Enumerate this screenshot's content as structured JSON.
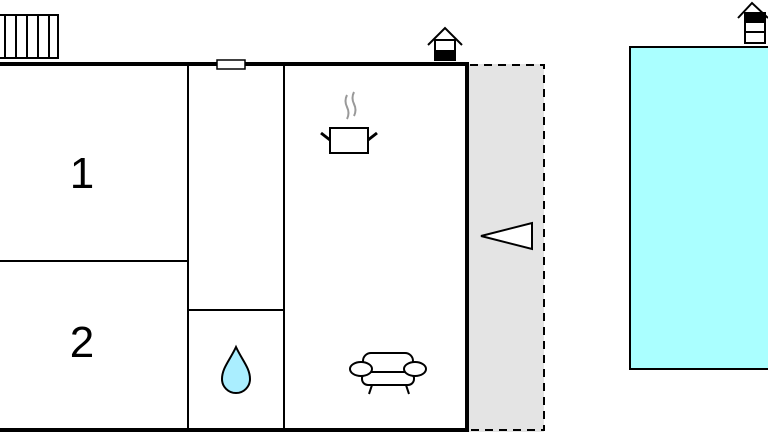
{
  "rooms": [
    {
      "label": "1",
      "type": "bedroom"
    },
    {
      "label": "2",
      "type": "bedroom"
    }
  ],
  "icons": [
    "stairs-icon",
    "chimney-icon",
    "window-icon",
    "kitchen-pot-icon",
    "water-drop-icon",
    "armchair-icon",
    "terrace-arrow-icon",
    "pool-icon"
  ],
  "colors": {
    "pool": "#aaffff",
    "terrace": "#e4e4e4",
    "water": "#aaeeff",
    "wall": "#000000"
  }
}
